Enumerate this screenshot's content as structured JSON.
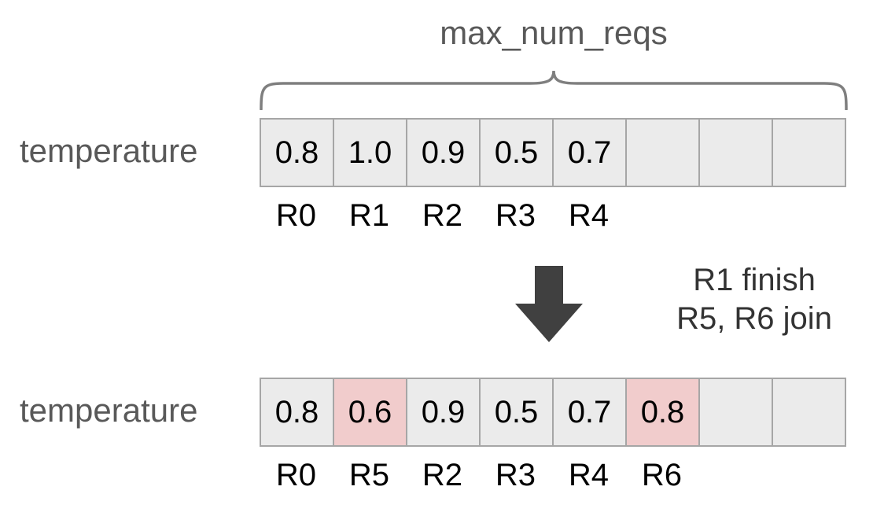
{
  "diagram": {
    "brace_label": "max_num_reqs",
    "top": {
      "row_label": "temperature",
      "cells": [
        {
          "value": "0.8",
          "highlight": false
        },
        {
          "value": "1.0",
          "highlight": false
        },
        {
          "value": "0.9",
          "highlight": false
        },
        {
          "value": "0.5",
          "highlight": false
        },
        {
          "value": "0.7",
          "highlight": false
        },
        {
          "value": "",
          "highlight": false
        },
        {
          "value": "",
          "highlight": false
        },
        {
          "value": "",
          "highlight": false
        }
      ],
      "req_labels": [
        "R0",
        "R1",
        "R2",
        "R3",
        "R4"
      ]
    },
    "transition": {
      "line1": "R1 finish",
      "line2": "R5, R6 join"
    },
    "bottom": {
      "row_label": "temperature",
      "cells": [
        {
          "value": "0.8",
          "highlight": false
        },
        {
          "value": "0.6",
          "highlight": true
        },
        {
          "value": "0.9",
          "highlight": false
        },
        {
          "value": "0.5",
          "highlight": false
        },
        {
          "value": "0.7",
          "highlight": false
        },
        {
          "value": "0.8",
          "highlight": true
        },
        {
          "value": "",
          "highlight": false
        },
        {
          "value": "",
          "highlight": false
        }
      ],
      "req_labels": [
        "R0",
        "R5",
        "R2",
        "R3",
        "R4",
        "R6"
      ]
    },
    "colors": {
      "cell_fill": "#ebebeb",
      "cell_highlight": "#f1cccc",
      "cell_border": "#a6a6a6",
      "muted_text": "#595959",
      "value_text": "#000000",
      "arrow": "#404040",
      "brace": "#7f7f7f"
    }
  }
}
